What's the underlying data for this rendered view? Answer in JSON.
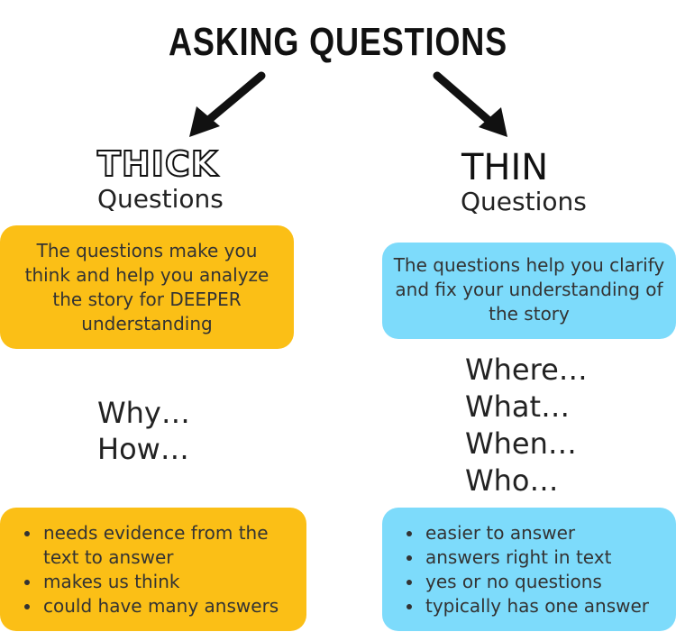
{
  "title": "ASKING QUESTIONS",
  "thick": {
    "heading": "THICK",
    "subheading": "Questions",
    "description": "The questions make you think and help you analyze the story for DEEPER understanding",
    "words": [
      "Why…",
      "How…"
    ],
    "bullets": [
      "needs evidence from the text to answer",
      "makes us think",
      "could have many answers"
    ]
  },
  "thin": {
    "heading": "THIN",
    "subheading": "Questions",
    "description": "The questions help you clarify and fix your understanding of the story",
    "words": [
      "Where…",
      "What…",
      "When…",
      "Who…"
    ],
    "bullets": [
      "easier to answer",
      "answers right in text",
      "yes or no questions",
      "typically has one answer"
    ]
  },
  "colors": {
    "thick_box": "#fbbf16",
    "thin_box": "#7ddbfb",
    "arrow": "#111111"
  },
  "icons": [
    "arrow-down-left-icon",
    "arrow-down-right-icon"
  ]
}
